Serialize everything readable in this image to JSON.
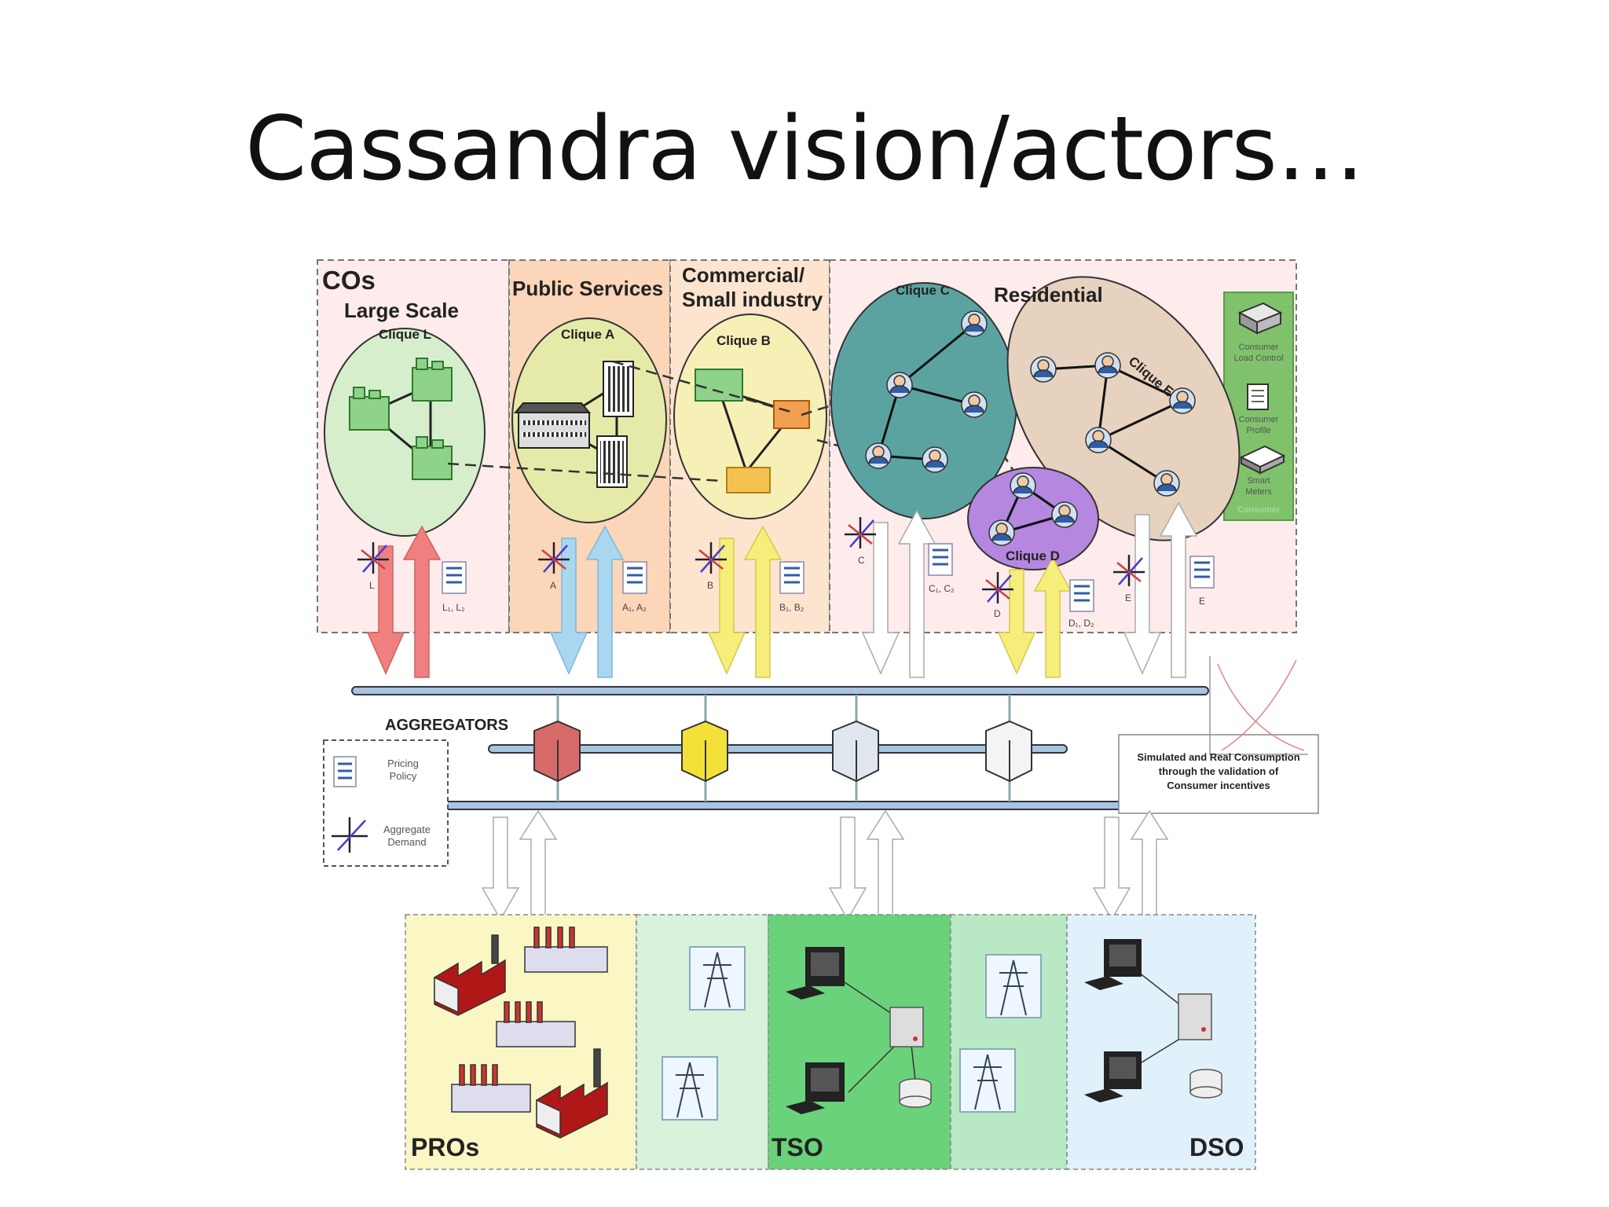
{
  "title": "Cassandra vision/actors…",
  "sectors": {
    "cos": "COs",
    "large_scale": "Large Scale",
    "public_services": "Public Services",
    "commercial_line1": "Commercial/",
    "commercial_line2": "Small industry",
    "residential": "Residential"
  },
  "cliques": {
    "l": "Clique L",
    "a": "Clique A",
    "b": "Clique B",
    "c": "Clique C",
    "d": "Clique D",
    "e": "Clique E"
  },
  "consumer_panel": {
    "load_control_1": "Consumer",
    "load_control_2": "Load Control",
    "profile_1": "Consumer",
    "profile_2": "Profile",
    "meters_1": "Smart",
    "meters_2": "Meters",
    "footer": "Consumer"
  },
  "symbol_labels": {
    "l": "L",
    "l_pair": "L₁, L₂",
    "a": "A",
    "a_pair": "A₁, A₂",
    "b": "B",
    "b_pair": "B₁, B₂",
    "c": "C",
    "c_pair": "C₁, C₂",
    "d": "D",
    "d_pair": "D₁, D₂",
    "e": "E",
    "e2": "E"
  },
  "aggregators": {
    "label": "AGGREGATORS",
    "legend_pricing_1": "Pricing",
    "legend_pricing_2": "Policy",
    "legend_demand_1": "Aggregate",
    "legend_demand_2": "Demand"
  },
  "simulation_note": {
    "line1": "Simulated and Real Consumption",
    "line2": "through the validation of",
    "line3": "Consumer incentives"
  },
  "bottom": {
    "pros": "PROs",
    "tso": "TSO",
    "dso": "DSO"
  },
  "colors": {
    "cos_bg": "#fdeceb",
    "public_bg": "#fbd6b8",
    "commercial_bg": "#fde4cf",
    "residential_bg": "#fdeceb",
    "arrow_red": "#f08080",
    "arrow_blue": "#a9d7f0",
    "arrow_yellow": "#f6ee7a",
    "clique_green": "#d6eecb",
    "clique_yellowgreen": "#e6eaa9",
    "clique_yellow": "#f7f0b6",
    "clique_teal": "#5ba3a1",
    "clique_purple": "#b587e0",
    "clique_beige": "#e6d2be",
    "consumer_panel": "#7fc26b",
    "bus": "#a8c4e0",
    "pros_bg": "#fbf7c4",
    "tso_bg": "#6ad27a",
    "grid_bg": "#d9f2dc",
    "dso_bg": "#e1f1fb"
  }
}
